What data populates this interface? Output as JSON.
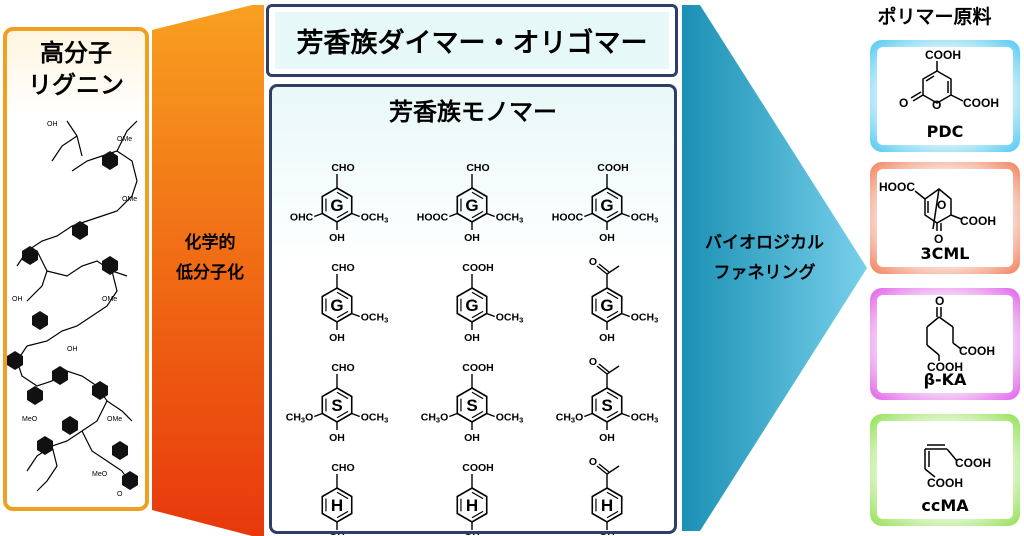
{
  "lignin": {
    "title_line1": "高分子",
    "title_line2": "リグニン"
  },
  "depoly_arrow": {
    "line1": "化学的",
    "line2": "低分子化"
  },
  "dimer_title": "芳香族ダイマー・オリゴマー",
  "monomer_title": "芳香族モノマー",
  "funneling_arrow": {
    "line1": "バイオロジカル",
    "line2": "ファネリング"
  },
  "products_title": "ポリマー原料",
  "products": [
    {
      "label": "PDC",
      "color": "#4cc8f0"
    },
    {
      "label": "3CML",
      "color": "#f0805a"
    },
    {
      "label": "β-KA",
      "color": "#e060e8"
    },
    {
      "label": "ccMA",
      "color": "#90e050"
    }
  ],
  "monomers": [
    {
      "ring": "G",
      "top": "CHO",
      "left": "OHC",
      "right": "OCH3",
      "bottom": "OH"
    },
    {
      "ring": "G",
      "top": "CHO",
      "left": "HOOC",
      "right": "OCH3",
      "bottom": "OH"
    },
    {
      "ring": "G",
      "top": "COOH",
      "left": "HOOC",
      "right": "OCH3",
      "bottom": "OH"
    },
    {
      "ring": "G",
      "top": "CHO",
      "left": "",
      "right": "OCH3",
      "bottom": "OH"
    },
    {
      "ring": "G",
      "top": "COOH",
      "left": "",
      "right": "OCH3",
      "bottom": "OH"
    },
    {
      "ring": "G",
      "top": "acetyl",
      "left": "",
      "right": "OCH3",
      "bottom": "OH"
    },
    {
      "ring": "S",
      "top": "CHO",
      "left": "CH3O",
      "right": "OCH3",
      "bottom": "OH"
    },
    {
      "ring": "S",
      "top": "COOH",
      "left": "CH3O",
      "right": "OCH3",
      "bottom": "OH"
    },
    {
      "ring": "S",
      "top": "acetyl",
      "left": "CH3O",
      "right": "OCH3",
      "bottom": "OH"
    },
    {
      "ring": "H",
      "top": "CHO",
      "left": "",
      "right": "",
      "bottom": "OH"
    },
    {
      "ring": "H",
      "top": "COOH",
      "left": "",
      "right": "",
      "bottom": "OH"
    },
    {
      "ring": "H",
      "top": "acetyl",
      "left": "",
      "right": "",
      "bottom": "OH"
    }
  ],
  "ring_colors": {
    "G": "#1a3cff",
    "S": "#ff1a1a",
    "H": "#a020f0"
  },
  "chem_text": {
    "COOH": "COOH",
    "O": "O",
    "HOOC": "HOOC",
    "OH": "OH",
    "OMe": "OMe",
    "MeO": "MeO"
  }
}
